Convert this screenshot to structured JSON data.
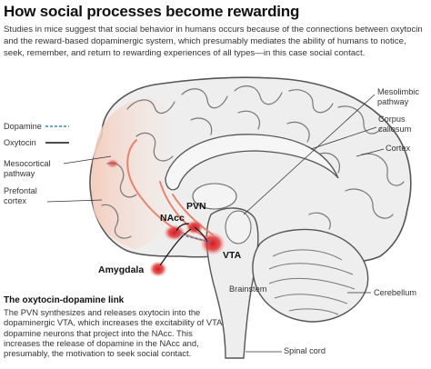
{
  "header": {
    "title": "How social processes become rewarding",
    "intro": "Studies in mice suggest that social behavior in humans occurs because of the connections between oxytocin and the reward-based dopaminergic system, which presumably mediates the ability of humans to notice, seek, remember, and return to rewarding experiences of all types—in this case social contact."
  },
  "legend": {
    "dopamine": "Dopamine",
    "oxytocin": "Oxytocin"
  },
  "labels": {
    "mesolimbic_line1": "Mesolimbic",
    "mesolimbic_line2": "pathway",
    "corpus_line1": "Corpus",
    "corpus_line2": "callosum",
    "cortex": "Cortex",
    "mesocortical_line1": "Mesocortical",
    "mesocortical_line2": "pathway",
    "prefrontal_line1": "Prefontal",
    "prefrontal_line2": "cortex",
    "nacc": "NAcc",
    "pvn": "PVN",
    "vta": "VTA",
    "amygdala": "Amygdala",
    "brainstem": "Brainstem",
    "cerebellum": "Cerebellum",
    "spinal_cord": "Spinal cord"
  },
  "caption": {
    "title": "The oxytocin-dopamine link",
    "body": "The PVN synthesizes and releases oxytocin into the dopaminergic VTA, which increases the excitability of VTA dopamine neurons that project into the NAcc. This increases the release of dopamine in the NAcc and, presumably, the motivation to seek social contact."
  },
  "colors": {
    "dopamine": "#3b82c4",
    "oxytocin": "#111111",
    "pathway": "#e8826a",
    "region": "#d7191c",
    "prefrontal_tint": "#f6d9cc",
    "brain_fill": "#efefef",
    "brain_line": "#555555"
  }
}
